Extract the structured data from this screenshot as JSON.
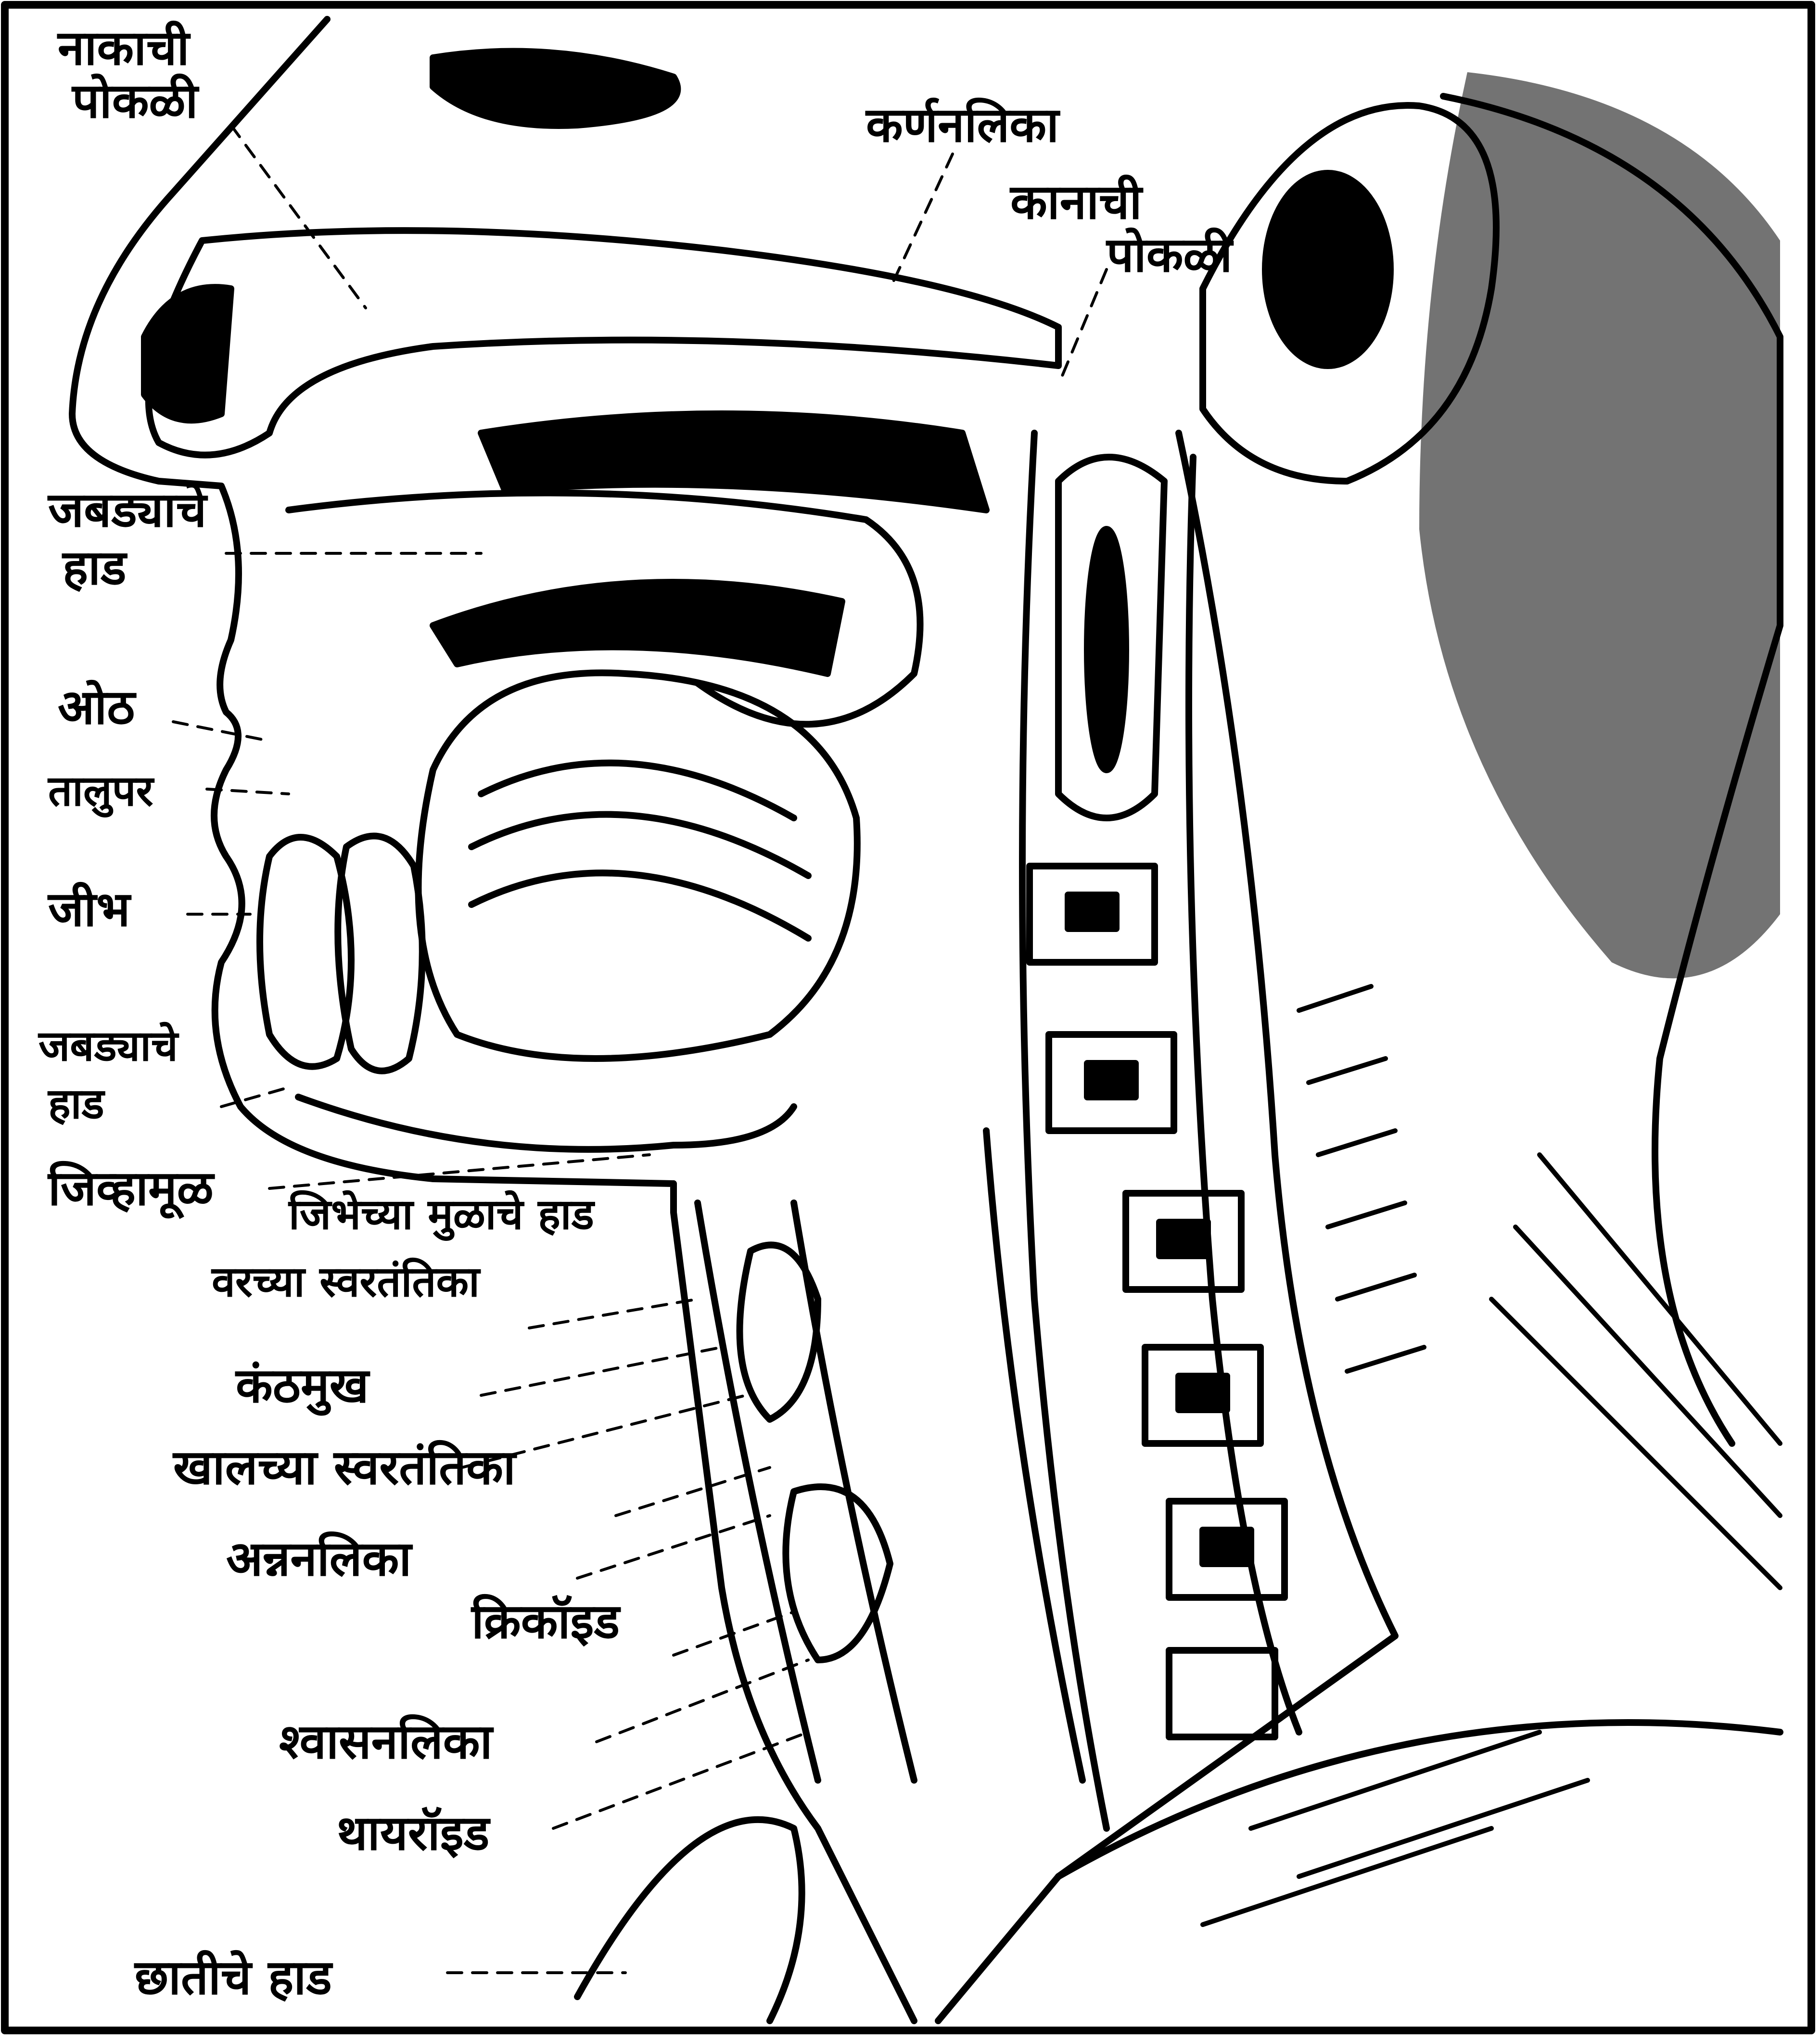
{
  "figure": {
    "ink_color": "#000000",
    "paper_color": "#ffffff"
  },
  "labels": {
    "nasal_cavity_line1": "नाकाची",
    "nasal_cavity_line2": "पोकळी",
    "ear_tube": "कर्णनलिका",
    "ear_cavity_line1": "कानाची",
    "ear_cavity_line2": "पोकळी",
    "upper_jaw_line1": "जबड्याचे",
    "upper_jaw_line2": "हाड",
    "lips": "ओठ",
    "palate": "तालुपर",
    "tongue": "जीभ",
    "lower_jaw_line1": "जबड्याचे",
    "lower_jaw_line2": "हाड",
    "epiglottis": "जिव्हामूळ",
    "tongue_root_bone": "जिभेच्या मुळाचे हाड",
    "upper_vocal_cords": "वरच्या स्वरतंतिका",
    "larynx": "कंठमुख",
    "lower_vocal_cords": "खालच्या स्वरतंतिका",
    "esophagus": "अन्ननलिका",
    "cricoid": "क्रिकॉइड",
    "trachea": "श्वासनलिका",
    "thyroid": "थायरॉइड",
    "sternum": "छातीचे हाड"
  }
}
